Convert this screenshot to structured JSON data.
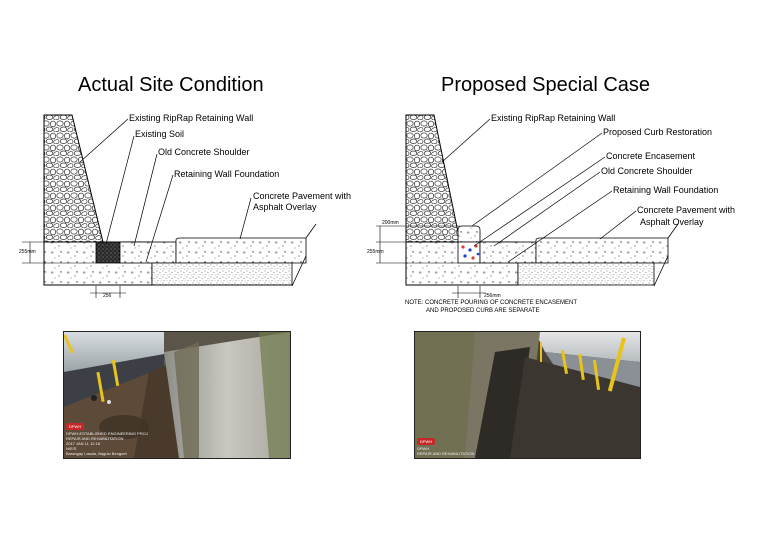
{
  "left": {
    "title": "Actual Site Condition",
    "labels": {
      "riprap": "Existing RipRap Retaining Wall",
      "soil": "Existing Soil",
      "shoulder": "Old Concrete Shoulder",
      "foundation": "Retaining Wall Foundation",
      "pavement_line1": "Concrete Pavement with",
      "pavement_line2": "Asphalt Overlay"
    },
    "dims": {
      "height": "255mm",
      "width": "256"
    },
    "photo": {
      "stamp_badge": "DPWH",
      "stamp_lines": [
        "DPWH-ESTABLISHED ENGINEERING PROJ",
        "REPAIR AND REHABILITATION",
        "2017 JAN 11 12:18",
        "N/E/S",
        "Barangay Lasala, Baguio Benguet"
      ]
    }
  },
  "right": {
    "title": "Proposed Special Case",
    "labels": {
      "riprap": "Existing RipRap Retaining Wall",
      "curb": "Proposed Curb Restoration",
      "encasement": "Concrete Encasement",
      "shoulder": "Old Concrete Shoulder",
      "foundation": "Retaining Wall Foundation",
      "pavement_line1": "Concrete Pavement with",
      "pavement_line2": "Asphalt Overlay"
    },
    "dims": {
      "top": "200mm",
      "height": "255mm",
      "width": "256mm"
    },
    "note_line1": "NOTE: CONCRETE POURING OF CONCRETE ENCASEMENT",
    "note_line2": "AND PROPOSED CURB ARE SEPARATE",
    "photo": {
      "stamp_badge": "DPWH",
      "stamp_lines": [
        "DPWH",
        "REPAIR AND REHABILITATION"
      ]
    }
  }
}
